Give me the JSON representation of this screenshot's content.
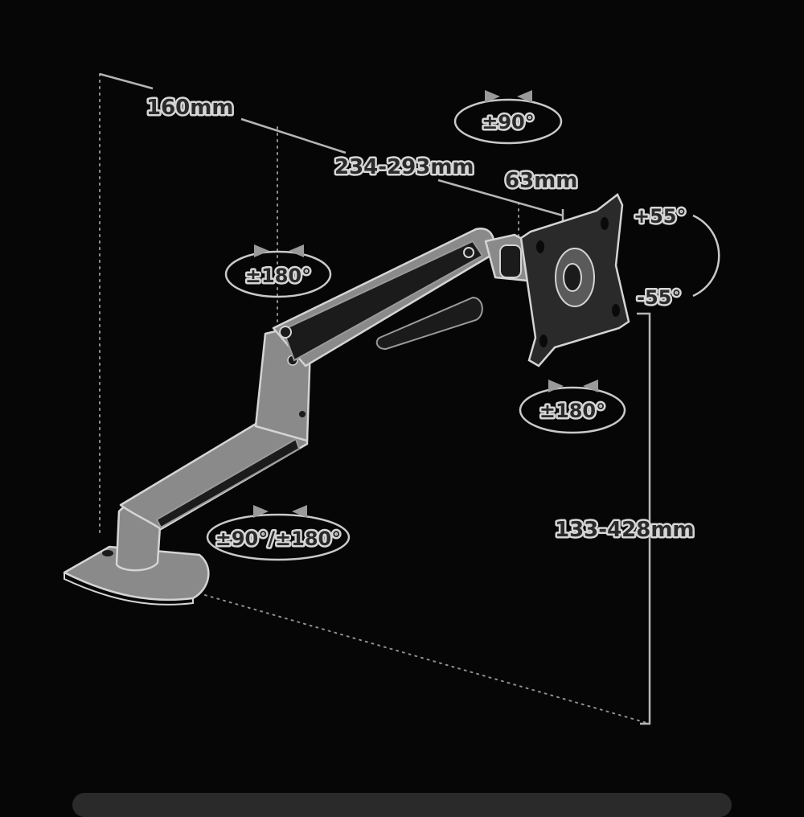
{
  "dimensions": {
    "base_offset": "160mm",
    "arm_reach": "234-293mm",
    "vesa_offset": "63mm",
    "height_range": "133-428mm"
  },
  "rotations": {
    "base_swivel": "±90°/±180°",
    "elbow_swivel": "±180°",
    "head_rotation": "±90°",
    "panel_rotation": "±180°",
    "tilt_up": "+55°",
    "tilt_down": "-55°"
  },
  "colors": {
    "background": "#060606",
    "metal": "#8a8a8a",
    "outline": "#d4d4d4",
    "label_fill": "#2a2a2a"
  }
}
